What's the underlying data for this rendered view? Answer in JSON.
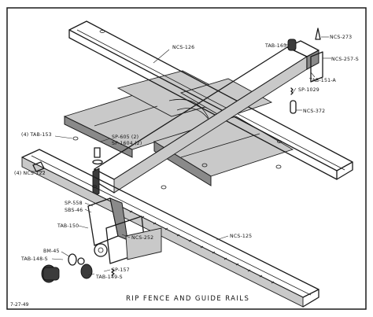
{
  "title": "RIP FENCE AND GUIDE RAILS",
  "date_code": "7-27-49",
  "labels": {
    "ncs_126": "NCS-126",
    "tab_163": "TAB-163",
    "ncs_273": "NCS-273",
    "ncs_257s": "NCS-257-S",
    "tab_151a": "TAB-151-A",
    "sp_1029": "SP-1029",
    "ncs_372": "NCS-372",
    "tab_153": "(4) TAB-153",
    "sp_605": "SP-605 (2)",
    "sp_1604": "SP-1604 (2)",
    "ncs_122": "(4) NCS-122",
    "sp_558": "SP-558",
    "sbs_46": "SBS-46",
    "tab_150": "TAB-150",
    "ncs_252": "NCS-252",
    "ncs_125": "NCS-125",
    "bm_45": "BM-45",
    "tab_148s": "TAB-148-S",
    "sp_157": "SP-157",
    "tab_149s": "TAB-149-S"
  },
  "colors": {
    "ink": "#1a1a1a",
    "paper": "#ffffff",
    "shade": "#8a8a8a"
  }
}
